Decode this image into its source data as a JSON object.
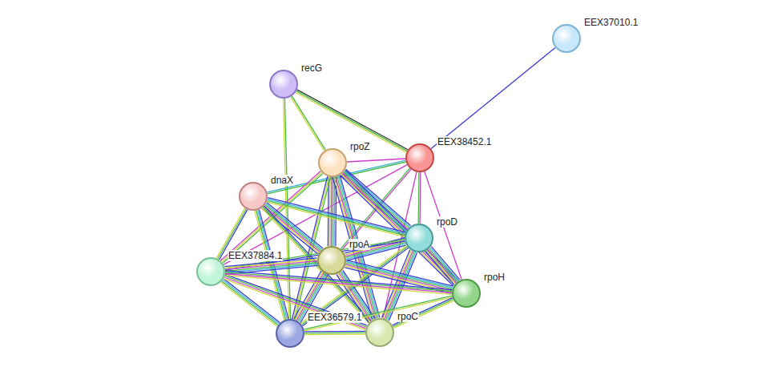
{
  "diagram": {
    "nodes": [
      {
        "text": [
          "EEX37010.1"
        ]
      },
      {
        "text": [
          "recG"
        ]
      },
      {
        "text": [
          "EEX38452.1"
        ]
      },
      {
        "text": [
          "rpoZ"
        ]
      },
      {
        "text": [
          "dnaX"
        ]
      },
      {
        "text": [
          "rpoD"
        ]
      },
      {
        "text": [
          "rpoA"
        ]
      },
      {
        "text": [
          "EEX37884.1"
        ]
      },
      {
        "text": [
          "rpoH"
        ]
      },
      {
        "text": [
          "EEX36579.1"
        ]
      },
      {
        "text": [
          "rpoC"
        ]
      }
    ],
    "edges": [
      {
        "from": 0,
        "to": 2,
        "arrow": "none"
      },
      {
        "from": 1,
        "to": 2,
        "arrow": "none"
      },
      {
        "from": 1,
        "to": 3,
        "arrow": "none"
      },
      {
        "from": 1,
        "to": 9,
        "arrow": "none"
      },
      {
        "from": 2,
        "to": 3,
        "arrow": "none"
      },
      {
        "from": 2,
        "to": 4,
        "arrow": "none"
      },
      {
        "from": 2,
        "to": 5,
        "arrow": "none"
      },
      {
        "from": 2,
        "to": 6,
        "arrow": "none"
      },
      {
        "from": 2,
        "to": 8,
        "arrow": "none"
      },
      {
        "from": 2,
        "to": 10,
        "arrow": "none"
      },
      {
        "from": 2,
        "to": 7,
        "arrow": "none"
      },
      {
        "from": 3,
        "to": 7,
        "arrow": "none"
      },
      {
        "from": 3,
        "to": 6,
        "arrow": "none"
      },
      {
        "from": 3,
        "to": 5,
        "arrow": "none"
      },
      {
        "from": 3,
        "to": 10,
        "arrow": "none"
      },
      {
        "from": 3,
        "to": 8,
        "arrow": "none"
      },
      {
        "from": 3,
        "to": 9,
        "arrow": "none"
      },
      {
        "from": 4,
        "to": 5,
        "arrow": "none"
      },
      {
        "from": 4,
        "to": 6,
        "arrow": "none"
      },
      {
        "from": 4,
        "to": 7,
        "arrow": "none"
      },
      {
        "from": 4,
        "to": 9,
        "arrow": "none"
      },
      {
        "from": 4,
        "to": 10,
        "arrow": "none"
      },
      {
        "from": 5,
        "to": 6,
        "arrow": "none"
      },
      {
        "from": 5,
        "to": 8,
        "arrow": "none"
      },
      {
        "from": 5,
        "to": 10,
        "arrow": "none"
      },
      {
        "from": 5,
        "to": 9,
        "arrow": "none"
      },
      {
        "from": 5,
        "to": 7,
        "arrow": "none"
      },
      {
        "from": 6,
        "to": 7,
        "arrow": "none"
      },
      {
        "from": 6,
        "to": 8,
        "arrow": "none"
      },
      {
        "from": 6,
        "to": 10,
        "arrow": "none"
      },
      {
        "from": 6,
        "to": 9,
        "arrow": "none"
      },
      {
        "from": 7,
        "to": 9,
        "arrow": "none"
      },
      {
        "from": 7,
        "to": 10,
        "arrow": "none"
      },
      {
        "from": 7,
        "to": 8,
        "arrow": "none"
      },
      {
        "from": 9,
        "to": 10,
        "arrow": "none"
      },
      {
        "from": 9,
        "to": 8,
        "arrow": "none"
      },
      {
        "from": 10,
        "to": 8,
        "arrow": "none"
      }
    ]
  }
}
